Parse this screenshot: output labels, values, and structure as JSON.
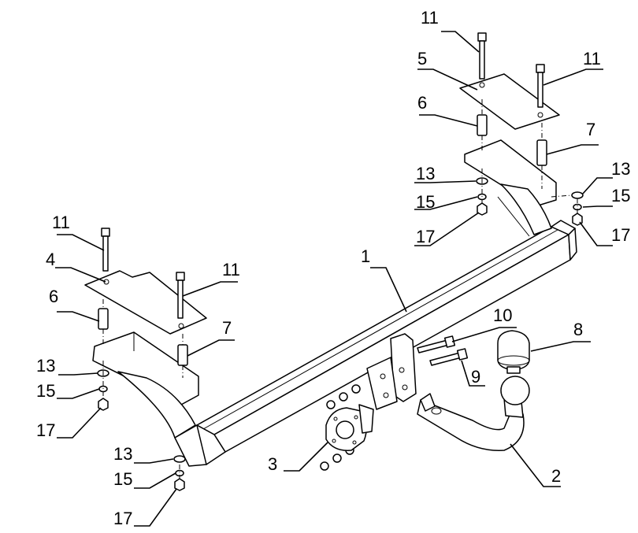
{
  "callouts": {
    "c1": "1",
    "c2": "2",
    "c3": "3",
    "c4": "4",
    "c5": "5",
    "c6_left": "6",
    "c6_right": "6",
    "c7_left": "7",
    "c7_right": "7",
    "c8": "8",
    "c9": "9",
    "c10": "10",
    "c11_left_a": "11",
    "c11_left_b": "11",
    "c11_right_a": "11",
    "c11_right_b": "11",
    "c13_left": "13",
    "c13_bottom": "13",
    "c13_right_a": "13",
    "c13_right_b": "13",
    "c15_left": "15",
    "c15_bottom": "15",
    "c15_right_a": "15",
    "c15_right_b": "15",
    "c17_left": "17",
    "c17_bottom": "17",
    "c17_right_a": "17",
    "c17_right_b": "17"
  }
}
